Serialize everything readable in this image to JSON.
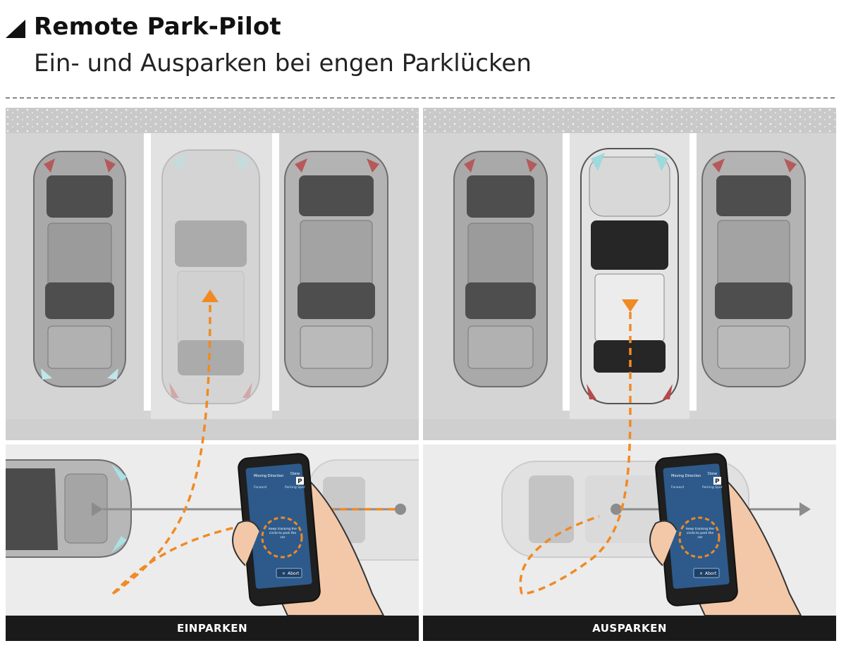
{
  "header": {
    "title": "Remote Park-Pilot",
    "subtitle": "Ein- und Ausparken bei engen Parklücken"
  },
  "panels": [
    {
      "caption": "EINPARKEN",
      "phone": {
        "top_left": "Moving Direction",
        "top_right": "Done",
        "badge": "P",
        "row2_left": "Forward",
        "row2_right": "Parking Spot",
        "hint": "Keep tracking the circle to park the car",
        "abort": "Abort"
      }
    },
    {
      "caption": "AUSPARKEN",
      "phone": {
        "top_left": "Moving Direction",
        "top_right": "Done",
        "badge": "P",
        "row2_left": "Forward",
        "row2_right": "Parking Spot",
        "hint": "Keep tracking the circle to park the car",
        "abort": "Abort"
      }
    }
  ],
  "colors": {
    "accent": "#f08a24",
    "road": "#c8c8c8",
    "lot": "#d2d2d2",
    "caption_bg": "#1a1a1a",
    "arrow_gray": "#8c8c8c"
  },
  "icons": [
    "triangle-marker-icon",
    "car-icon",
    "smartphone-icon",
    "hand-icon",
    "arrow-icon",
    "close-icon"
  ]
}
